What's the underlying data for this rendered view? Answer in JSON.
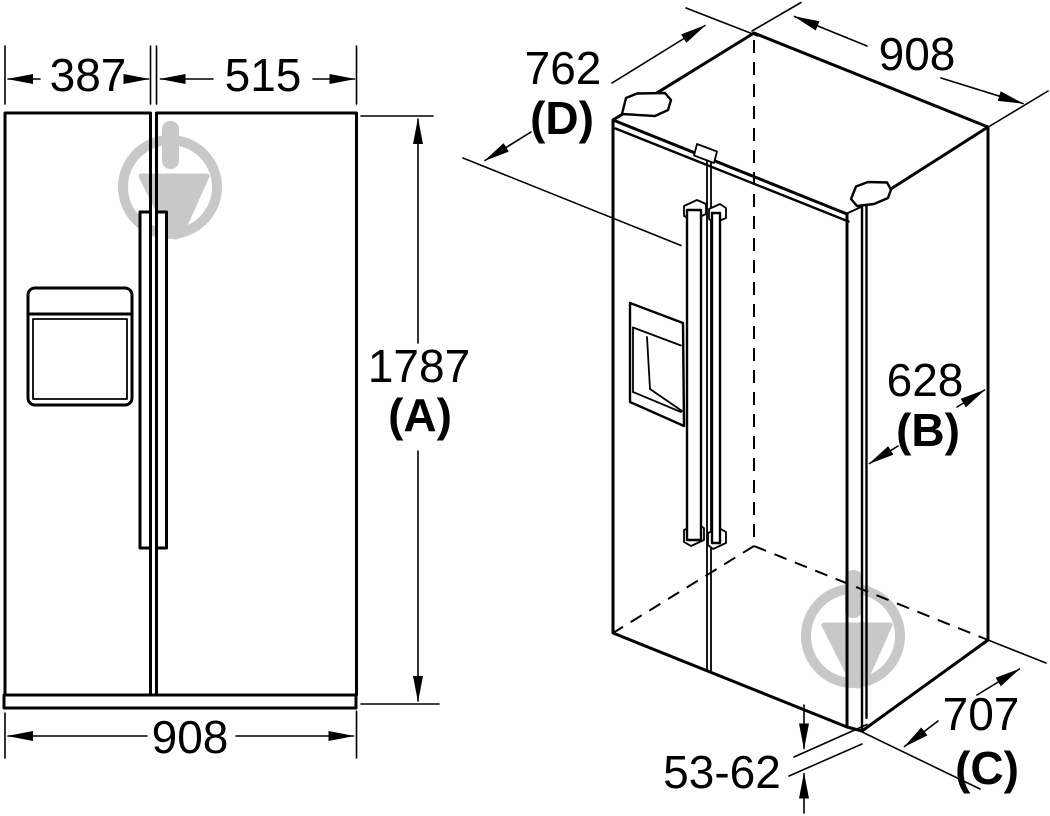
{
  "diagram": {
    "front_view": {
      "left_door_width": "387",
      "right_door_width": "515",
      "height": "1787",
      "height_key": "(A)",
      "total_width": "908"
    },
    "iso_view": {
      "depth_total": "762",
      "depth_total_key": "(D)",
      "top_width": "908",
      "body_depth": "628",
      "body_depth_key": "(B)",
      "full_depth": "707",
      "full_depth_key": "(C)",
      "floor_gap": "53-62"
    }
  }
}
